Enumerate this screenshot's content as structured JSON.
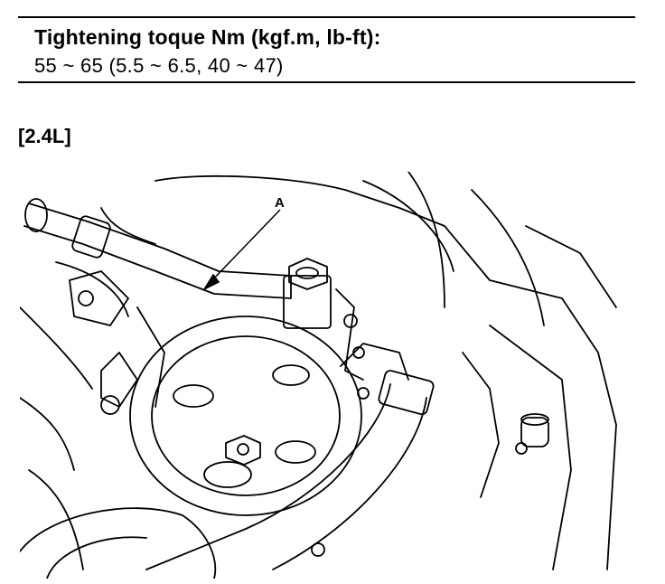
{
  "spec": {
    "title": "Tightening toque Nm (kgf.m, lb-ft):",
    "value": "55 ~ 65 (5.5 ~ 6.5, 40 ~ 47)"
  },
  "section_label": "[2.4L]",
  "figure": {
    "callout_label": "A"
  }
}
